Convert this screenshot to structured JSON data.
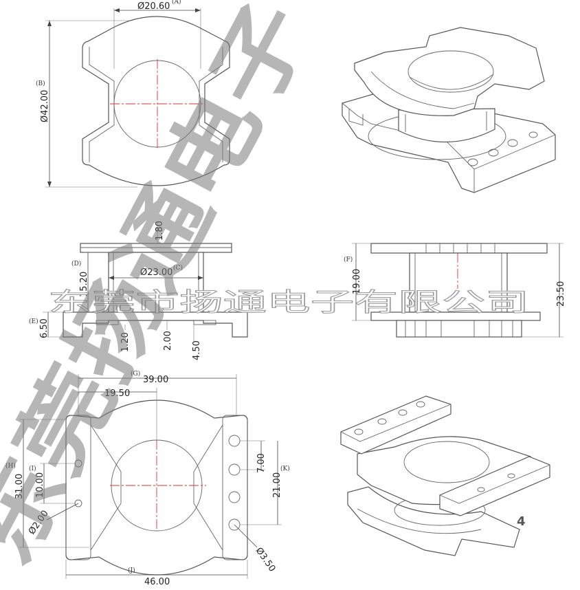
{
  "dimensions": {
    "A": "Ø20.60",
    "B": "Ø42.00",
    "C": "Ø23.00",
    "D": "15.20",
    "E": "6.50",
    "F": "19.00",
    "G": "39.00",
    "H": "31.00",
    "I": "10.00",
    "J": "46.00",
    "K": "21.00",
    "flange_thk": "1.80",
    "h23_50": "23.50",
    "h1_20": "1.20",
    "h2_00": "2.00",
    "h4_50": "4.50",
    "w19_50": "19.50",
    "pitch7_00": "7.00",
    "pin_dia": "Ø2.00",
    "hole_dia": "Ø3.50"
  },
  "tags": {
    "A": "(A)",
    "B": "(B)",
    "C": "(C)",
    "D": "(D)",
    "E": "(E)",
    "F": "(F)",
    "G": "(G)",
    "H": "(H)",
    "I": "(I)",
    "J": "(J)",
    "K": "(K)"
  },
  "watermark": {
    "brand_vertical": "东莞扬通电子",
    "company_line": "东莞市扬通电子有限公司"
  },
  "page_number": "4",
  "colors": {
    "outline": "#555555",
    "centerline": "#e03030",
    "watermark": "#7a7a7a"
  }
}
